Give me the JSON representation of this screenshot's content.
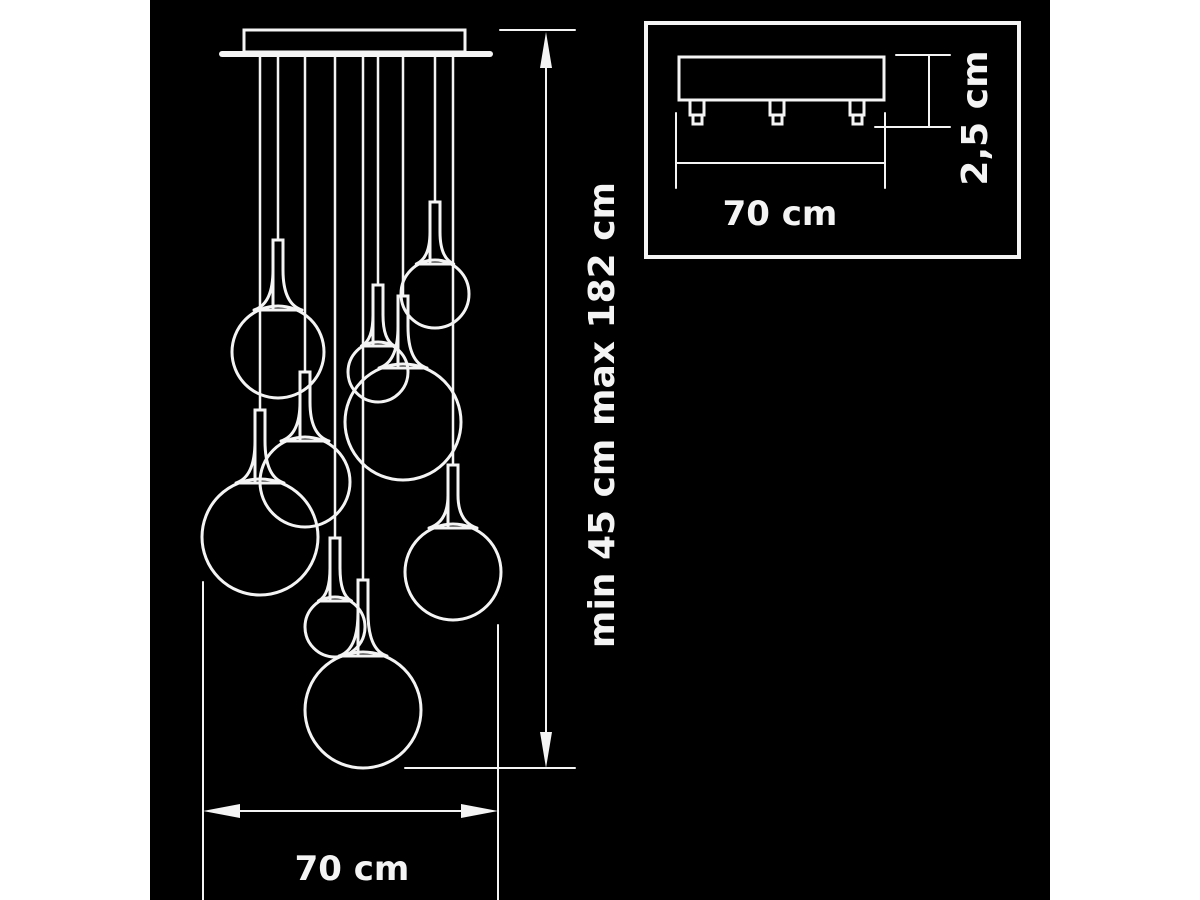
{
  "diagram": {
    "main_view": {
      "width_label": "70 cm",
      "height_label": "min 45 cm max 182 cm",
      "pendant_count": 9
    },
    "canopy_detail": {
      "width_label": "70 cm",
      "height_label": "2,5 cm"
    },
    "colors": {
      "background": "#000000",
      "line": "#f4f4f4",
      "page": "#ffffff"
    }
  }
}
